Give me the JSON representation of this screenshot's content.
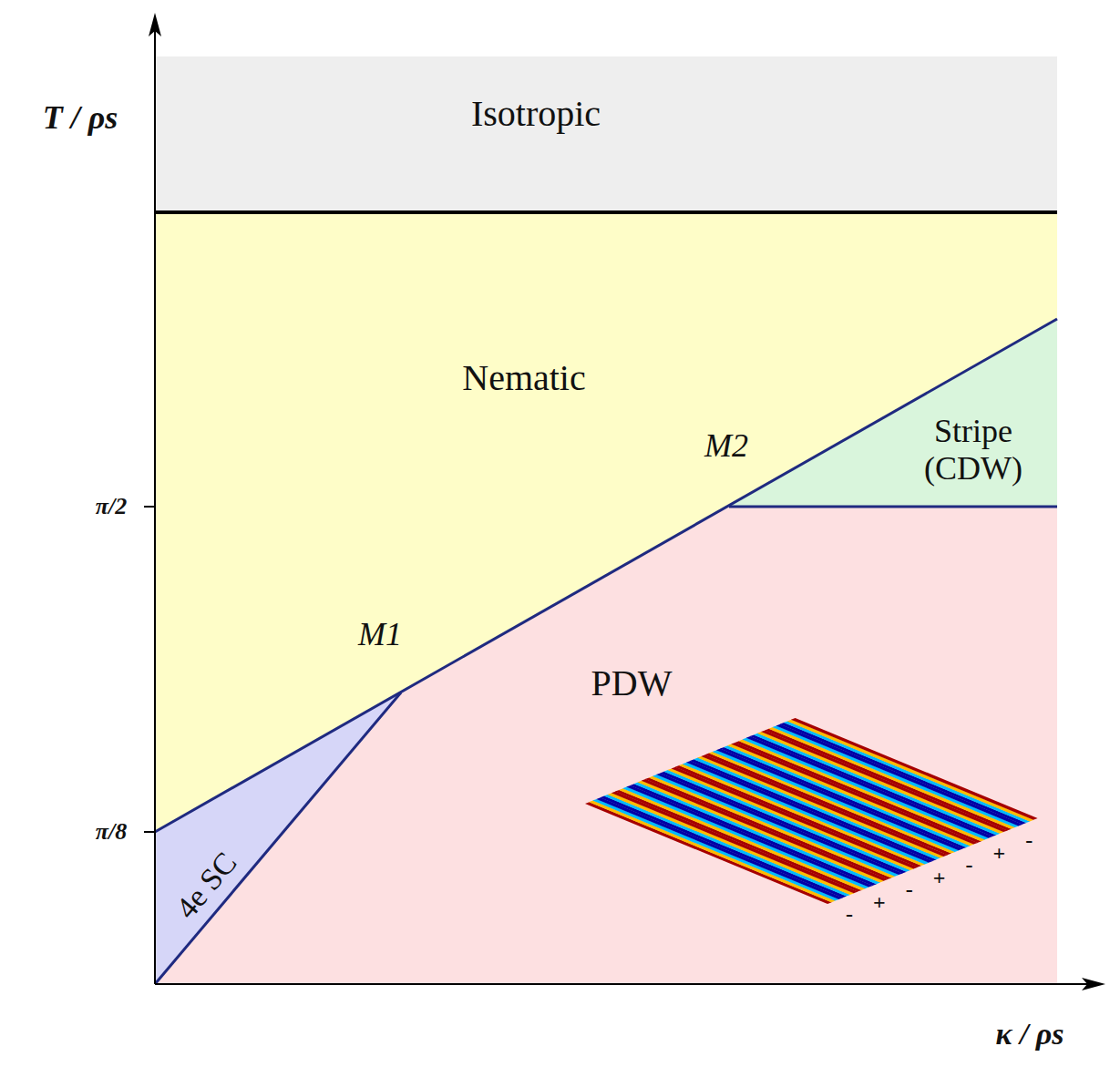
{
  "diagram": {
    "nodes": [
      {
        "text": [
          "Isotropic"
        ]
      },
      {
        "text": [
          "Nematic"
        ]
      },
      {
        "text": [
          "Stripe (CDW)"
        ]
      },
      {
        "text": [
          "PDW"
        ]
      },
      {
        "text": [
          "4e SC"
        ]
      }
    ],
    "labels": [
      "T / ρs",
      "π/2",
      "π/8",
      "M1",
      "M2",
      "κ / ρs",
      "-",
      "+",
      "-",
      "+",
      "-",
      "+",
      "-"
    ]
  }
}
